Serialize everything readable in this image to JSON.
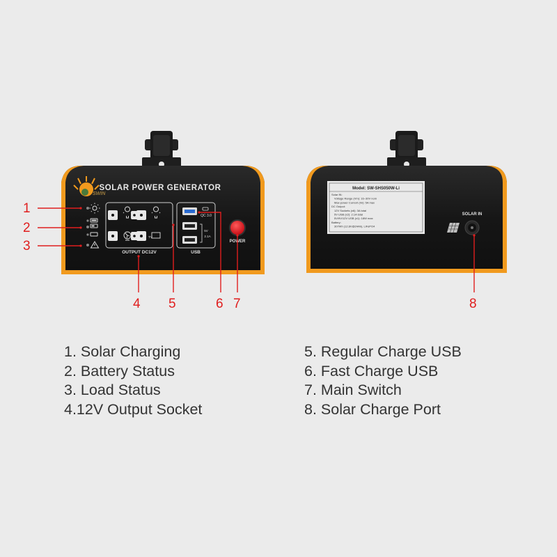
{
  "front_panel": {
    "brand": "SWIN",
    "title": "SOLAR POWER GENERATOR",
    "output_label": "OUTPUT DC12V",
    "usb_label": "USB",
    "qc_label": "QC 3.0",
    "usb_spec_v": "5V",
    "usb_spec_a": "2.1A",
    "tv_label": "TV",
    "power_label": "POWER"
  },
  "rear_panel": {
    "solar_in_label": "SOLAR IN",
    "spec_label": {
      "model": "Model: SW-SHS050W-Li",
      "solar_in_header": "Solar IN:",
      "voltage_range": "Voltage Range (Vm): 16~30V nom",
      "max_current": "Max-power Current (Im): 5A max",
      "dc_output_header": "DC Output:",
      "dc_sockets": "12V Sockets (x6): 3A total",
      "usb_regular": "5V USB (x2): 2.1A total",
      "usb_fast": "5V/9V/12V USB (x1): 18W max",
      "battery_header": "Battery:",
      "battery": "307Wh (12.8V@24Ah), LiFePO4"
    }
  },
  "callouts": [
    "1",
    "2",
    "3",
    "4",
    "5",
    "6",
    "7",
    "8"
  ],
  "legend": {
    "left": [
      "1. Solar Charging",
      "2. Battery Status",
      "3. Load Status",
      "4.12V Output Socket"
    ],
    "right": [
      "5. Regular Charge USB",
      "6. Fast Charge USB",
      "7. Main Switch",
      "8. Solar Charge Port"
    ]
  },
  "colors": {
    "background": "#ebebeb",
    "case_body": "#1a1a1a",
    "case_orange": "#f19a1e",
    "callout_red": "#e01e1e",
    "power_button": "#e3141e"
  }
}
